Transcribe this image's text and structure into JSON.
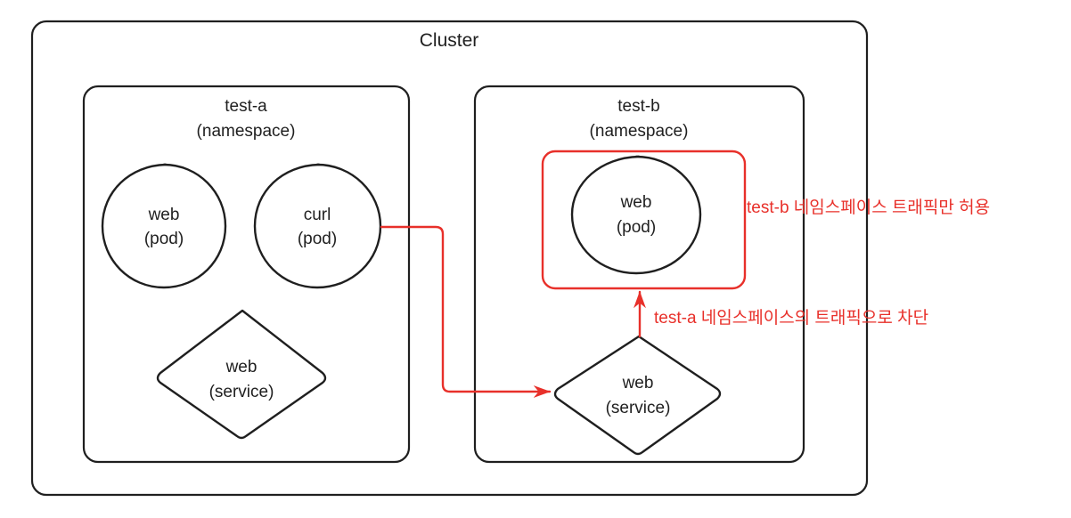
{
  "diagram": {
    "title": "Kubernetes NetworkPolicy namespace traffic diagram",
    "colors": {
      "stroke": "#1f1f1f",
      "accent_red": "#e8302a",
      "background": "#ffffff",
      "text": "#1f1f1f"
    },
    "cluster": {
      "label": "Cluster"
    },
    "namespaces": [
      {
        "id": "test-a",
        "name": "test-a",
        "kind": "(namespace)",
        "nodes": [
          {
            "id": "test-a-web-pod",
            "name": "web",
            "kind": "(pod)",
            "shape": "circle"
          },
          {
            "id": "test-a-curl-pod",
            "name": "curl",
            "kind": "(pod)",
            "shape": "circle"
          },
          {
            "id": "test-a-web-service",
            "name": "web",
            "kind": "(service)",
            "shape": "diamond"
          }
        ]
      },
      {
        "id": "test-b",
        "name": "test-b",
        "kind": "(namespace)",
        "nodes": [
          {
            "id": "test-b-web-pod",
            "name": "web",
            "kind": "(pod)",
            "shape": "circle"
          },
          {
            "id": "test-b-web-service",
            "name": "web",
            "kind": "(service)",
            "shape": "diamond"
          }
        ]
      }
    ],
    "annotations": [
      {
        "id": "allow-note",
        "text": "test-b 네임스페이스 트래픽만 허용",
        "color": "#e8302a"
      },
      {
        "id": "block-note",
        "text": "test-a 네임스페이스의 트래픽으로 차단",
        "color": "#e8302a"
      }
    ],
    "edges": [
      {
        "id": "curl-to-test-b-service",
        "from": "test-a-curl-pod",
        "to": "test-b-web-service",
        "color": "#e8302a",
        "arrow": true
      },
      {
        "id": "test-b-service-to-policy-box",
        "from": "test-b-web-service",
        "to": "test-b-web-pod",
        "color": "#e8302a",
        "arrow": true
      }
    ],
    "policy_box": {
      "id": "network-policy-boundary",
      "target": "test-b-web-pod",
      "color": "#e8302a"
    }
  }
}
